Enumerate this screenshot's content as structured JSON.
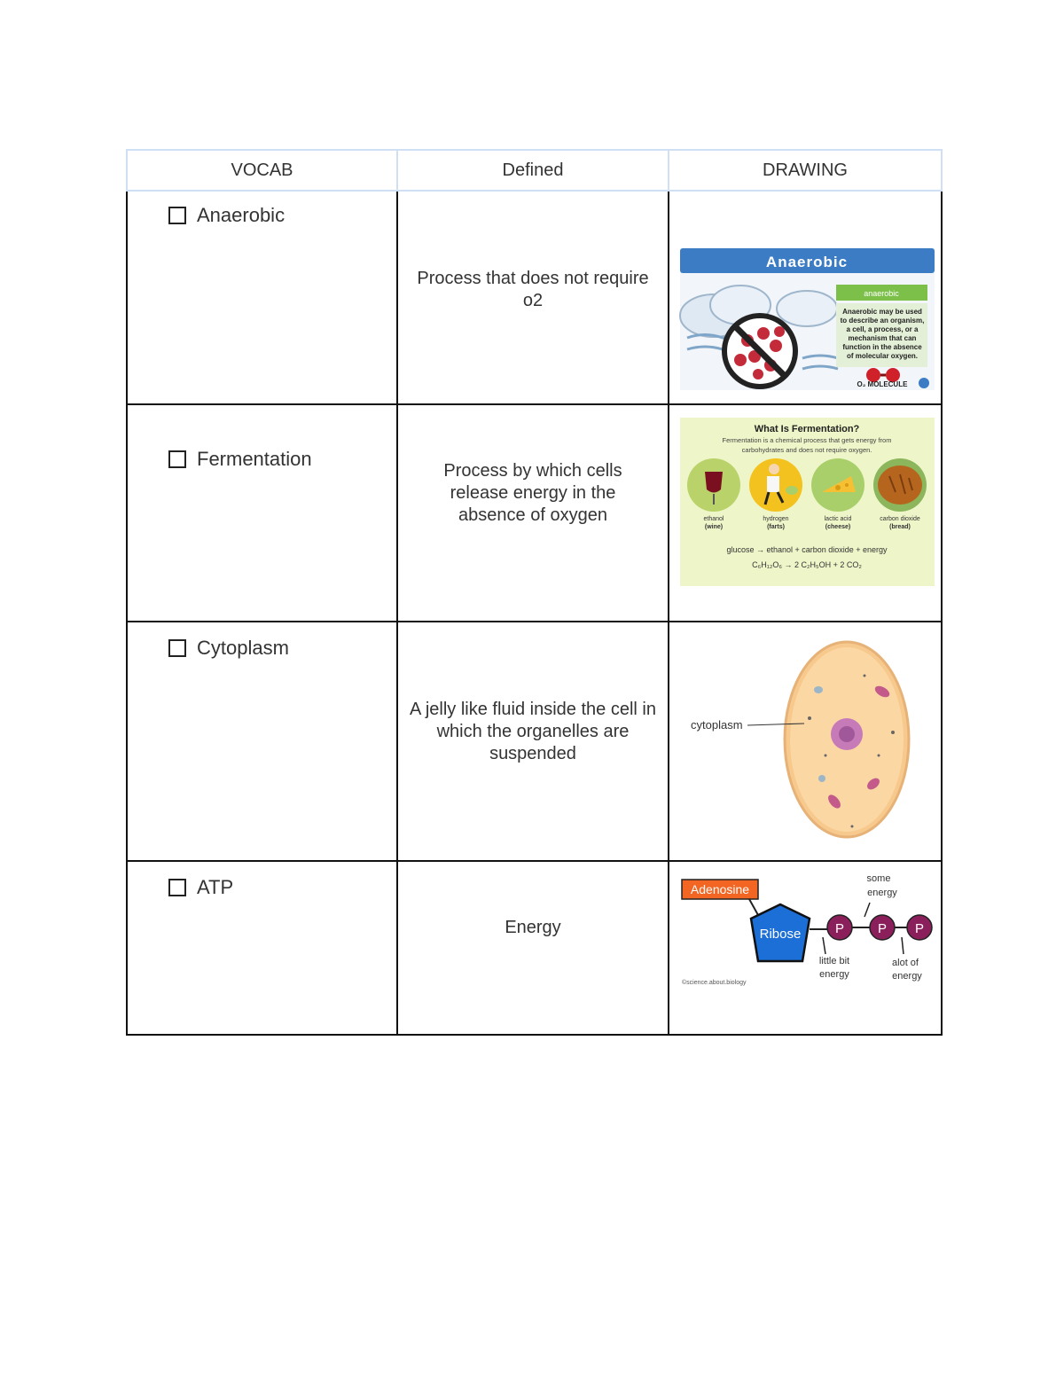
{
  "table": {
    "headers": [
      "VOCAB",
      "Defined",
      "DRAWING"
    ],
    "rows": [
      {
        "term": "Anaerobic",
        "definition": "Process that does not require o2",
        "drawing": {
          "title": "Anaerobic",
          "tag": "anaerobic",
          "text": [
            "Anaerobic may be used",
            "to describe an organism,",
            "a cell, a process, or a",
            "mechanism that can",
            "function in the absence",
            "of molecular oxygen."
          ],
          "molecule_label": "O₂ MOLECULE"
        }
      },
      {
        "term": "Fermentation",
        "definition": "Process by which cells release energy in the absence of oxygen",
        "drawing": {
          "title": "What Is Fermentation?",
          "subtitle": [
            "Fermentation is a chemical process that gets energy from",
            "carbohydrates and does not require oxygen."
          ],
          "items": [
            {
              "name": "ethanol",
              "example": "(wine)"
            },
            {
              "name": "hydrogen",
              "example": "(farts)"
            },
            {
              "name": "lactic acid",
              "example": "(cheese)"
            },
            {
              "name": "carbon dioxide",
              "example": "(bread)"
            }
          ],
          "equation_words": "glucose → ethanol + carbon dioxide + energy",
          "equation_formula": "C₆H₁₂O₆ → 2 C₂H₅OH + 2 CO₂"
        }
      },
      {
        "term": "Cytoplasm",
        "definition": "A jelly like fluid inside the cell in which the organelles are suspended",
        "drawing": {
          "label": "cytoplasm"
        }
      },
      {
        "term": "ATP",
        "definition": "Energy",
        "drawing": {
          "adenosine": "Adenosine",
          "ribose": "Ribose",
          "phosphate": "P",
          "some_energy": [
            "some",
            "energy"
          ],
          "little_energy": [
            "little bit",
            "energy"
          ],
          "alot_energy": [
            "alot of",
            "energy"
          ],
          "credit": "©science.about.biology"
        }
      }
    ]
  },
  "colors": {
    "header_border": "#cfe0f5",
    "grid_border": "#111111",
    "anaerobic_blue": "#3b7cc4",
    "anaerobic_green": "#7cc04a",
    "fermentation_bg": "#eef5c8",
    "cell_orange": "#f7c98c",
    "nucleus_purple": "#c77ab8",
    "adenosine_orange": "#f26522",
    "ribose_blue": "#1c6fd6",
    "phosphate_purple": "#8b1f5c"
  }
}
